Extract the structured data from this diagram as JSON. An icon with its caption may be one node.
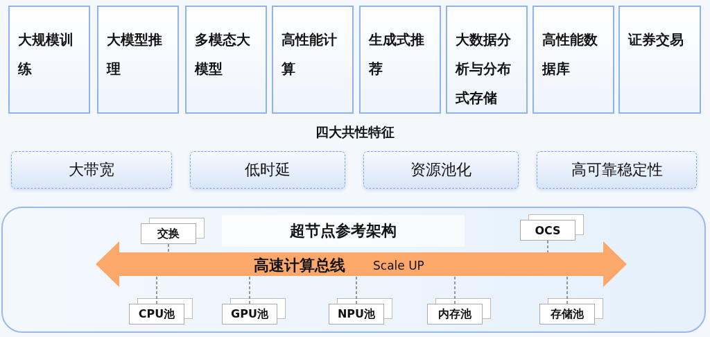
{
  "diagram": {
    "nodes": [
      {
        "text": [
          "大规模训练"
        ]
      },
      {
        "text": [
          "大模型推理"
        ]
      },
      {
        "text": [
          "多模态大模型"
        ]
      },
      {
        "text": [
          "高性能计算"
        ]
      },
      {
        "text": [
          "生成式推荐"
        ]
      },
      {
        "text": [
          "大数据分析与分布式存储"
        ]
      },
      {
        "text": [
          "高性能数据库"
        ]
      },
      {
        "text": [
          "证券交易"
        ]
      },
      {
        "text": [
          "大带宽"
        ]
      },
      {
        "text": [
          "低时延"
        ]
      },
      {
        "text": [
          "资源池化"
        ]
      },
      {
        "text": [
          "高可靠稳定性"
        ]
      },
      {
        "text": [
          "超节点参考架构"
        ]
      },
      {
        "text": [
          "高速计算总线",
          "Scale UP"
        ],
        "in": 12
      },
      {
        "text": [
          "交换"
        ],
        "in": 12
      },
      {
        "text": [
          "OCS"
        ],
        "in": 12
      },
      {
        "text": [
          "CPU池"
        ],
        "in": 12
      },
      {
        "text": [
          "GPU池"
        ],
        "in": 12
      },
      {
        "text": [
          "NPU池"
        ],
        "in": 12
      },
      {
        "text": [
          "内存池"
        ],
        "in": 12
      },
      {
        "text": [
          "存储池"
        ],
        "in": 12
      }
    ],
    "edges": [
      {
        "from": 14,
        "to": 13,
        "arrow": "none",
        "style": "dashed"
      },
      {
        "from": 15,
        "to": 13,
        "arrow": "none",
        "style": "dashed"
      },
      {
        "from": 16,
        "to": 13,
        "arrow": "none",
        "style": "dashed"
      },
      {
        "from": 17,
        "to": 13,
        "arrow": "none",
        "style": "dashed"
      },
      {
        "from": 18,
        "to": 13,
        "arrow": "none",
        "style": "dashed"
      },
      {
        "from": 19,
        "to": 13,
        "arrow": "none",
        "style": "dashed"
      },
      {
        "from": 20,
        "to": 13,
        "arrow": "none",
        "style": "dashed"
      }
    ],
    "labels": [
      "四大共性特征"
    ]
  }
}
